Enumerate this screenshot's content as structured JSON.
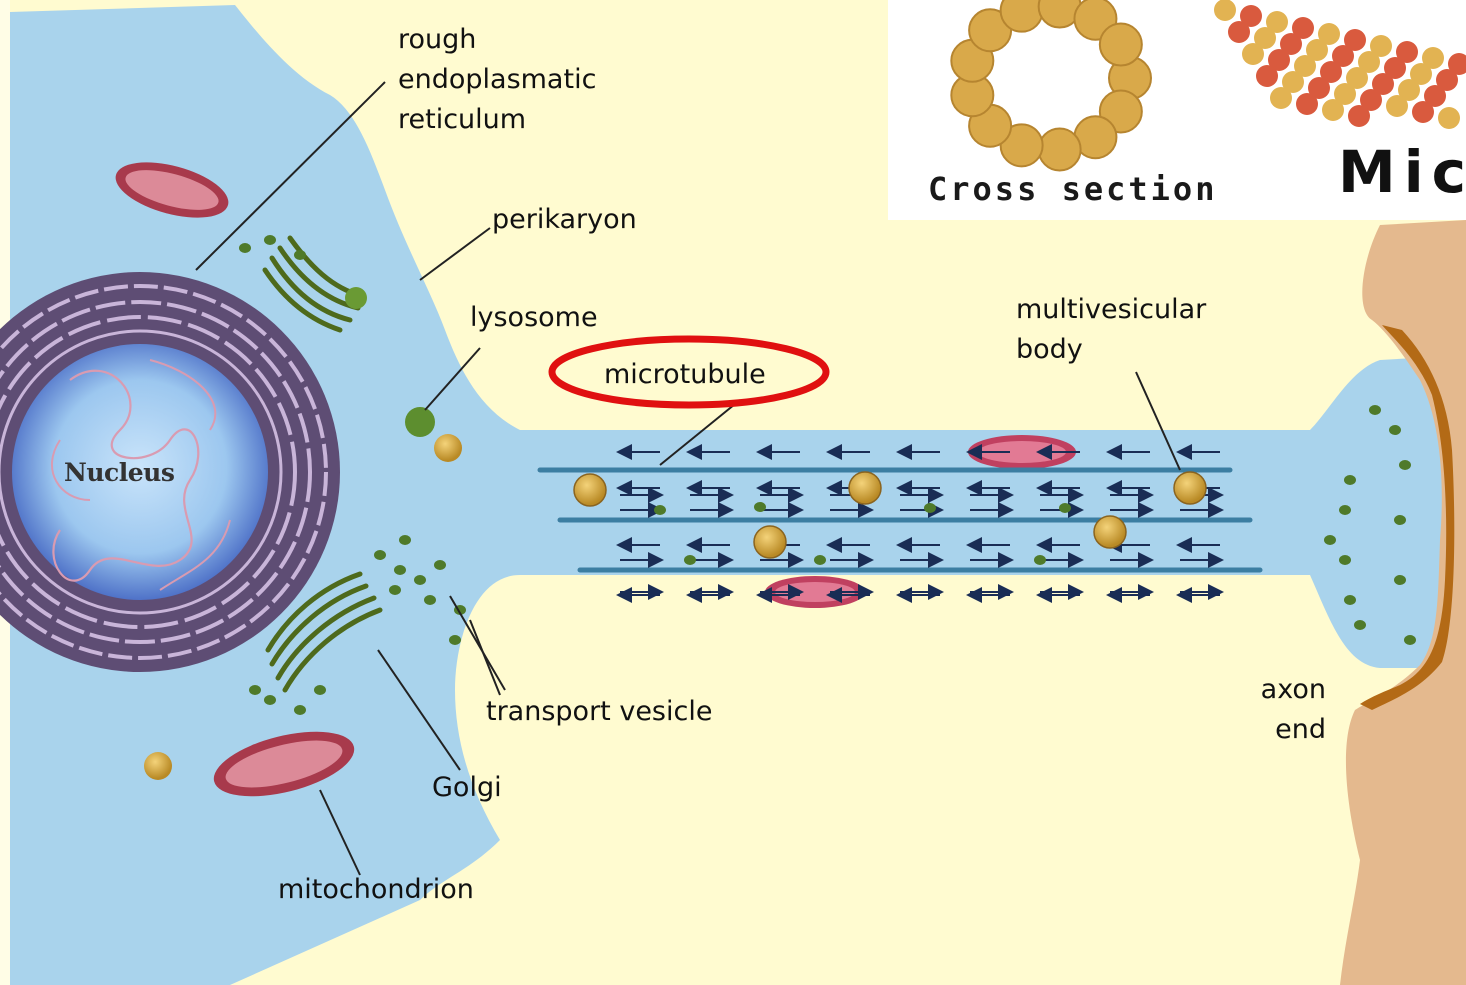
{
  "diagram": {
    "labels": {
      "rough_er": [
        "rough",
        "endoplasmatic",
        "reticulum"
      ],
      "perikaryon": "perikaryon",
      "lysosome": "lysosome",
      "microtubule": "microtubule",
      "multivesicular_body": [
        "multivesicular",
        "body"
      ],
      "transport_vesicle": "transport vesicle",
      "golgi": "Golgi",
      "mitochondrion": "mitochondrion",
      "axon_end": [
        "axon",
        "end"
      ],
      "nucleus": "Nucleus"
    },
    "inset": {
      "cross_section": "Cross section",
      "title_fragment": "Mic"
    },
    "colors": {
      "page_background": "#fffbd0",
      "cytoplasm": "#a9d3ec",
      "highlight_ellipse": "#e01010",
      "axon_terminal_tissue": "#e4b98e",
      "tubulin_gold": "#e2b352"
    }
  }
}
